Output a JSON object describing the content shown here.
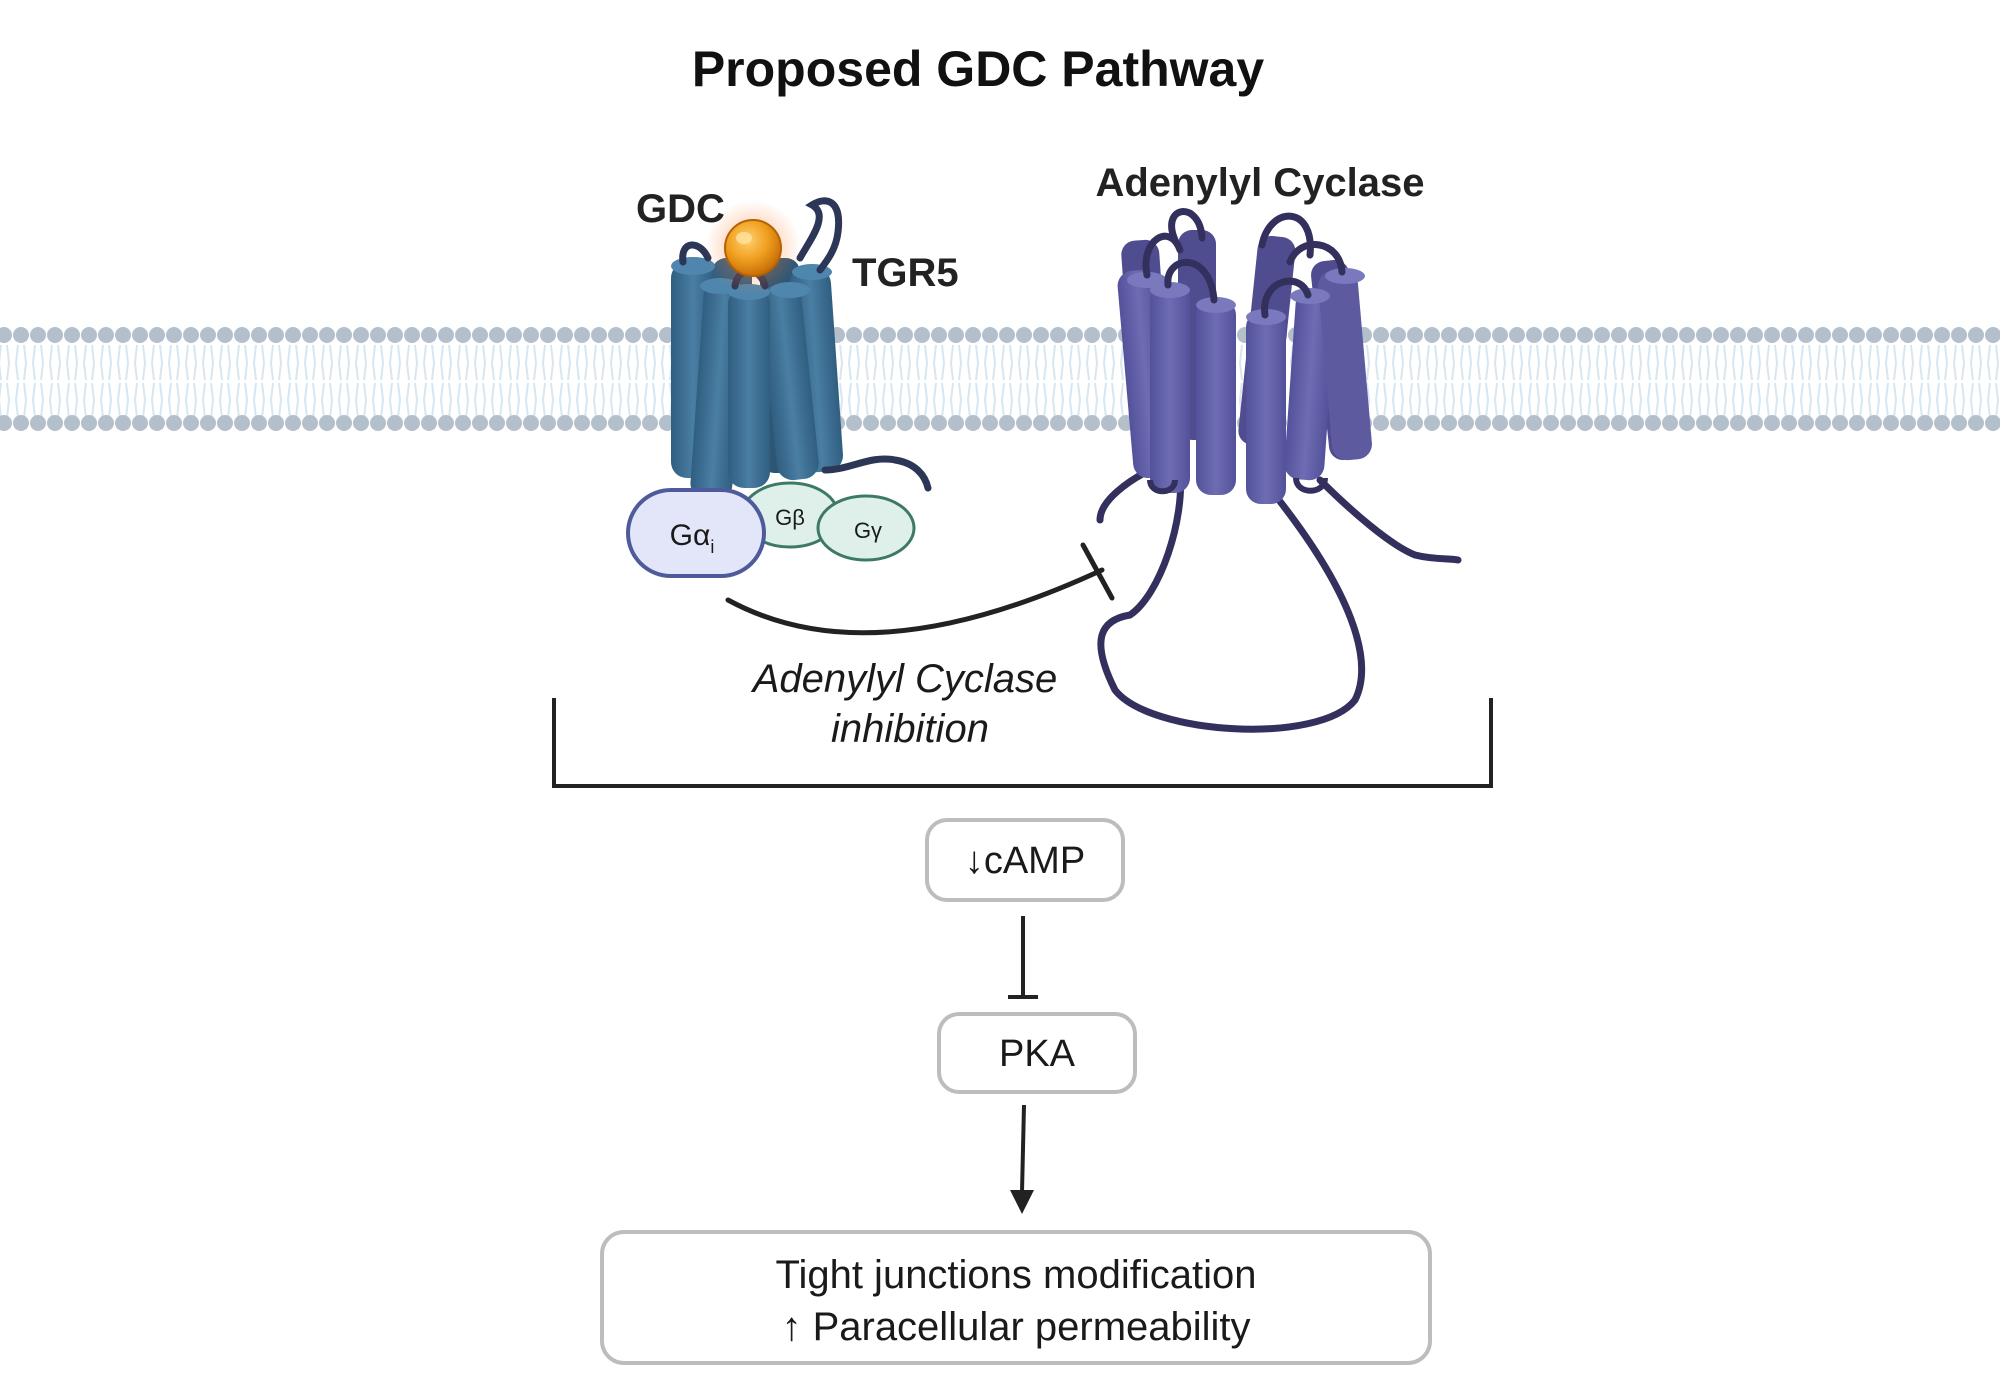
{
  "title": "Proposed GDC Pathway",
  "labels": {
    "ligand": "GDC",
    "receptor": "TGR5",
    "cyclase": "Adenylyl Cyclase",
    "g_alpha": "Gα",
    "g_alpha_sub": "i",
    "g_beta": "Gβ",
    "g_gamma": "Gγ",
    "inhibition_line1": "Adenylyl Cyclase",
    "inhibition_line2": "inhibition"
  },
  "boxes": {
    "camp": "↓cAMP",
    "pka": "PKA",
    "outcome_line1": "Tight junctions modification",
    "outcome_line2": "↑ Paracellular permeability"
  },
  "colors": {
    "membrane_head": "#b3bfcb",
    "membrane_tail": "#d7e6f1",
    "tgr5": "#3e6f93",
    "tgr5_dark": "#2d5675",
    "cyclase": "#6362a6",
    "cyclase_dark": "#4b4985",
    "loop": "#2c2f55",
    "ligand": "#e48a12",
    "g_alpha_fill": "#e2e6f8",
    "g_alpha_stroke": "#4e5a9c",
    "g_beta_fill": "#dff0ea",
    "g_beta_stroke": "#3d7a66",
    "box_stroke": "#bdbdbd",
    "line": "#222222"
  }
}
